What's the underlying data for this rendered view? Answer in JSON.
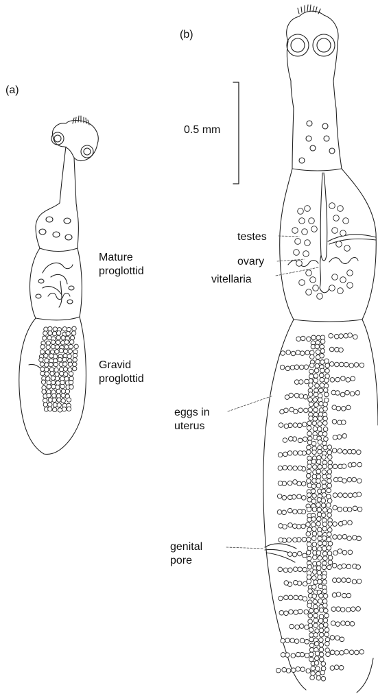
{
  "panels": {
    "a": "(a)",
    "b": "(b)"
  },
  "scale_bar": "0.5 mm",
  "labels": {
    "mature": "Mature\nproglottid",
    "gravid": "Gravid\nproglottid",
    "testes": "testes",
    "ovary": "ovary",
    "vitellaria": "vitellaria",
    "eggs": "eggs in\nuterus",
    "genital_pore": "genital\npore"
  }
}
